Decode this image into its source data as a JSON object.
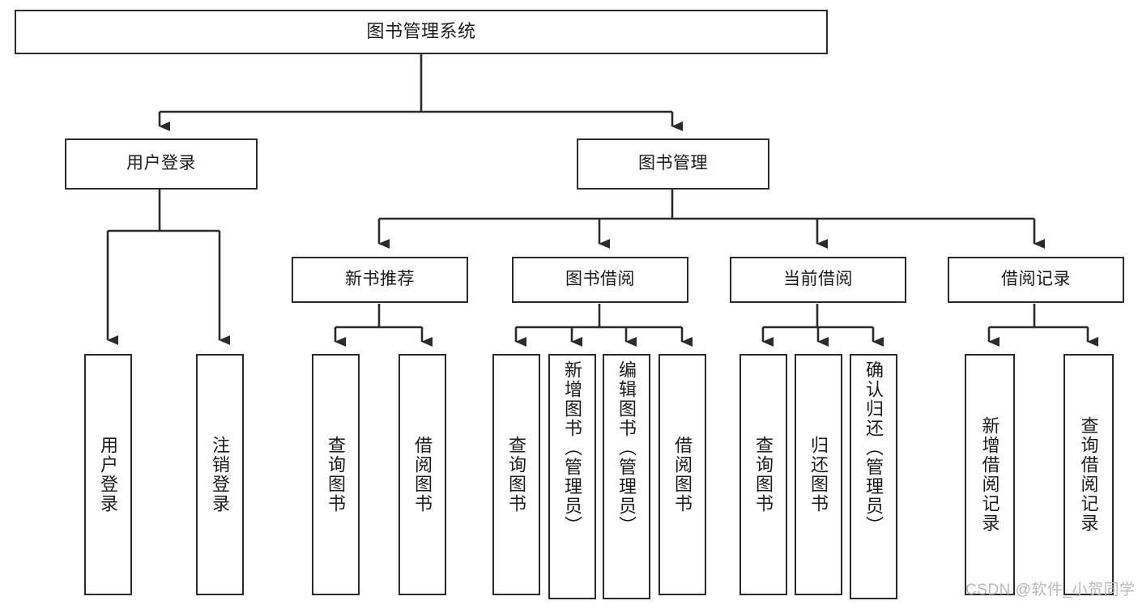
{
  "diagram": {
    "type": "tree-hierarchy",
    "title": "图书管理系统",
    "watermark": "CSDN @软件_小贺同学",
    "colors": {
      "box_border": "#2b2b2b",
      "box_fill": "#ffffff",
      "edge": "#2b2b2b",
      "text": "#1b1b1b",
      "watermark": "#b9b9b9",
      "background": "#ffffff"
    },
    "nodes": {
      "root": {
        "label": "图书管理系统",
        "level": 0
      },
      "l1": [
        {
          "id": "user-login",
          "label": "用户登录"
        },
        {
          "id": "book-manage",
          "label": "图书管理"
        }
      ],
      "l2": [
        {
          "id": "new-book-recommend",
          "label": "新书推荐",
          "parent": "book-manage"
        },
        {
          "id": "book-borrow",
          "label": "图书借阅",
          "parent": "book-manage"
        },
        {
          "id": "current-borrow",
          "label": "当前借阅",
          "parent": "book-manage"
        },
        {
          "id": "borrow-record",
          "label": "借阅记录",
          "parent": "book-manage"
        }
      ],
      "leaves": [
        {
          "id": "leaf-user-login",
          "label": "用户登录",
          "parent": "user-login"
        },
        {
          "id": "leaf-logout-login",
          "label": "注销登录",
          "parent": "user-login"
        },
        {
          "id": "leaf-query-book-1",
          "label": "查询图书",
          "parent": "new-book-recommend"
        },
        {
          "id": "leaf-borrow-book-1",
          "label": "借阅图书",
          "parent": "new-book-recommend"
        },
        {
          "id": "leaf-query-book-2",
          "label": "查询图书",
          "parent": "book-borrow"
        },
        {
          "id": "leaf-add-book",
          "label": "新增图书（管理员）",
          "parent": "book-borrow"
        },
        {
          "id": "leaf-edit-book",
          "label": "编辑图书（管理员）",
          "parent": "book-borrow"
        },
        {
          "id": "leaf-borrow-book-2",
          "label": "借阅图书",
          "parent": "book-borrow"
        },
        {
          "id": "leaf-query-book-3",
          "label": "查询图书",
          "parent": "current-borrow"
        },
        {
          "id": "leaf-return-book",
          "label": "归还图书",
          "parent": "current-borrow"
        },
        {
          "id": "leaf-confirm-return",
          "label": "确认归还（管理员）",
          "parent": "current-borrow"
        },
        {
          "id": "leaf-add-record",
          "label": "新增借阅记录",
          "parent": "borrow-record"
        },
        {
          "id": "leaf-query-record",
          "label": "查询借阅记录",
          "parent": "borrow-record"
        }
      ]
    }
  }
}
